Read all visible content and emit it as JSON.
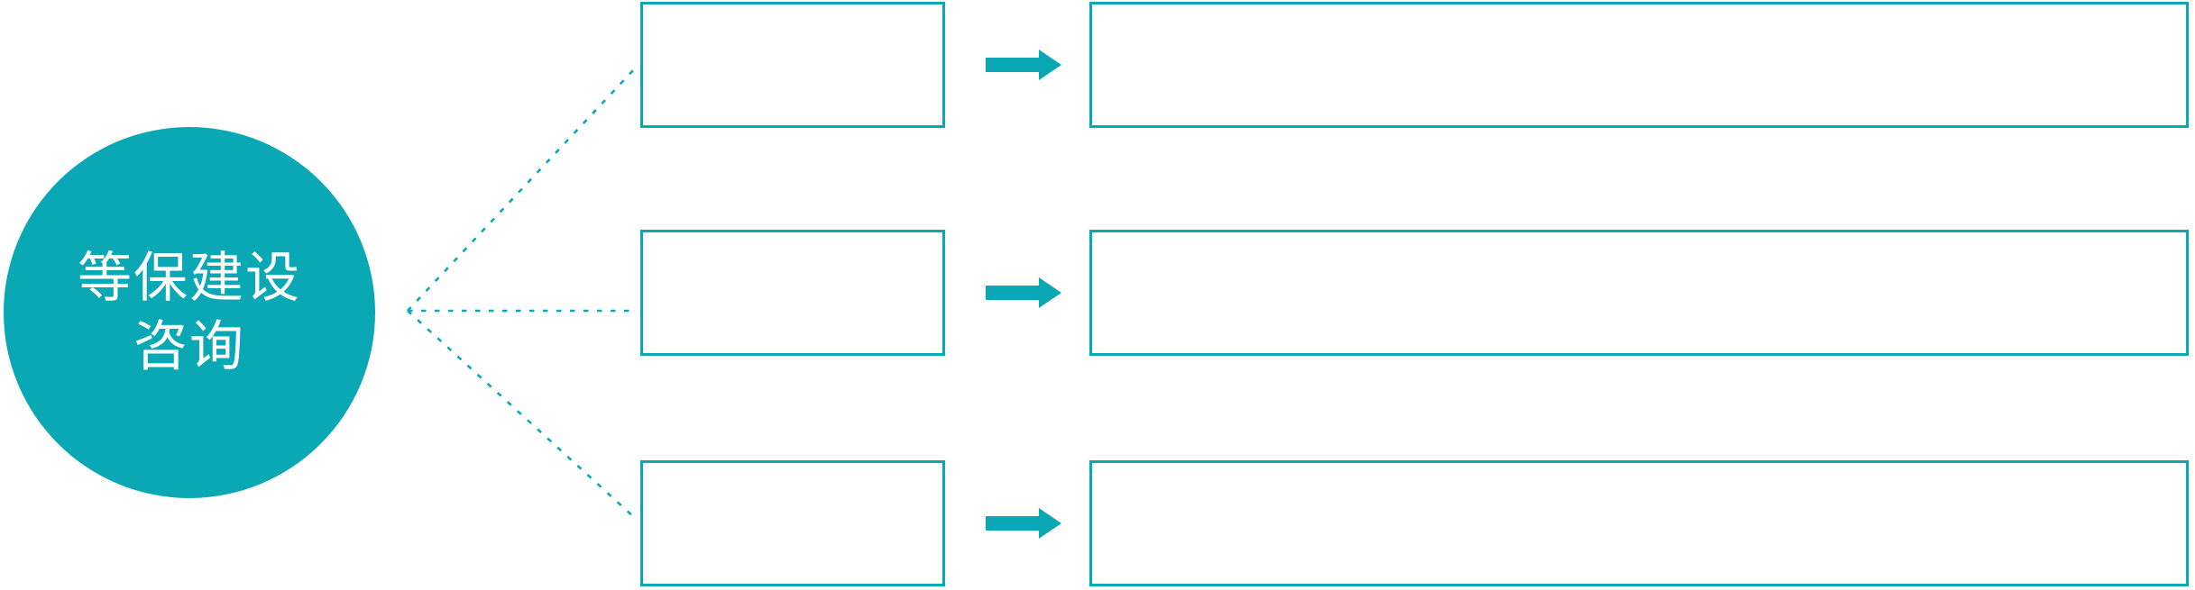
{
  "diagram": {
    "accent_color": "#0aa8b5",
    "background_color": "#ffffff",
    "text_color_on_accent": "#ffffff",
    "root": {
      "label_line1": "等保建设",
      "label_line2": "咨询"
    },
    "connectors": {
      "style": "dotted",
      "color": "#0aa8b5",
      "count": 3
    },
    "arrow_icon": {
      "name": "right-arrow-icon",
      "color": "#0aa8b5"
    },
    "rows": [
      {
        "branch_label": "",
        "detail_label": ""
      },
      {
        "branch_label": "",
        "detail_label": ""
      },
      {
        "branch_label": "",
        "detail_label": ""
      }
    ]
  }
}
